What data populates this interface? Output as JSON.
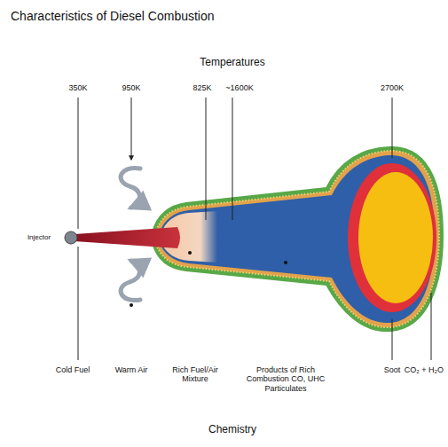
{
  "diagram": {
    "title": "Characteristics of Diesel Combustion",
    "labels": [
      "Temperatures",
      "350K",
      "950K",
      "825K",
      "~1600K",
      "2700K",
      "Injector",
      "Cold Fuel",
      "Warm Air",
      "Rich Fuel/Air Mixture",
      "Products of Rich Combustion CO, UHC Particulates",
      "Soot",
      "CO₂ + H₂O",
      "Chemistry"
    ]
  }
}
